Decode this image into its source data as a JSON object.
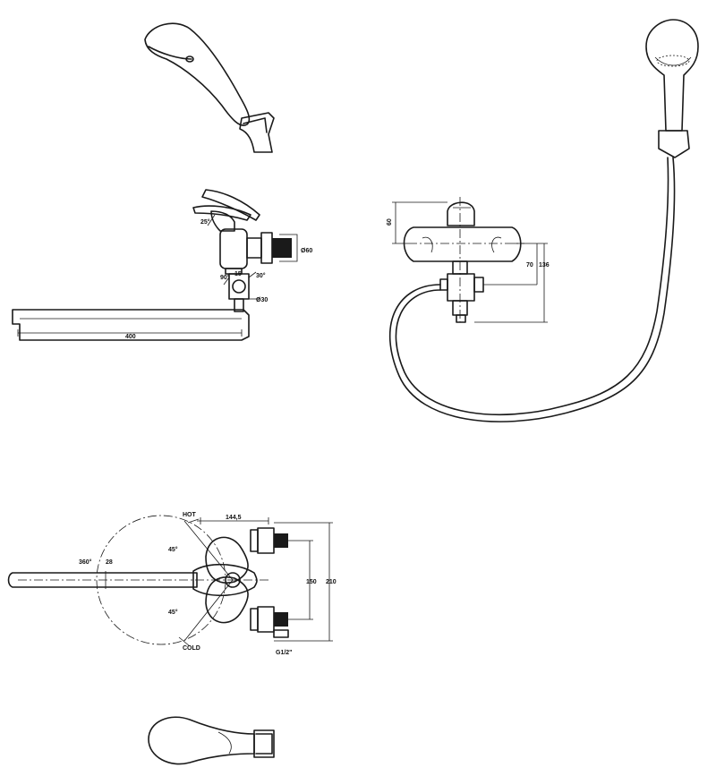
{
  "labels": {
    "angle_25": "25°",
    "dia_60": "Ø60",
    "angle_90": "90°",
    "angle_30": "30°",
    "dim_15": "15",
    "dia_30": "Ø30",
    "dim_400": "400",
    "dim_60": "60",
    "dim_70": "70",
    "dim_136": "136",
    "hot": "HOT",
    "dim_144_5": "144,5",
    "angle_360": "360°",
    "dim_28": "28",
    "angle_45_top": "45°",
    "angle_45_bottom": "45°",
    "dim_150": "150",
    "dim_210": "210",
    "cold": "COLD",
    "thread": "G1/2\""
  }
}
